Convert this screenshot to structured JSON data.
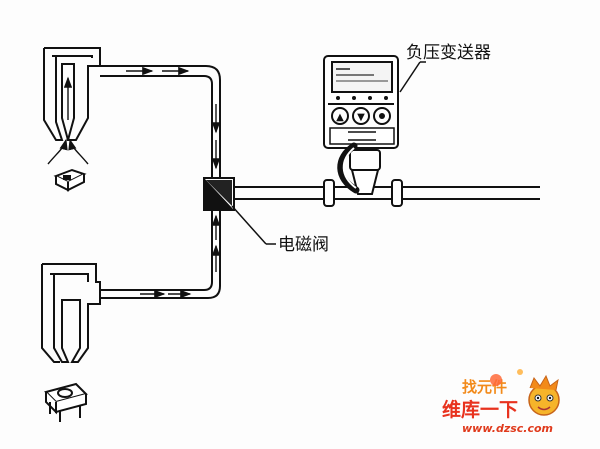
{
  "labels": {
    "sensor": "负压变送器",
    "valve": "电磁阀"
  },
  "sensor_panel": {
    "button_left": "▲",
    "button_right": "▼"
  },
  "watermark": {
    "top_text": "找元件",
    "brand_text": "维库一下",
    "url": "www.dzsc.com"
  },
  "colors": {
    "line": "#111111",
    "watermark_orange": "#f28a1a",
    "watermark_red": "#e8321e",
    "watermark_text": "#e03a1c"
  }
}
